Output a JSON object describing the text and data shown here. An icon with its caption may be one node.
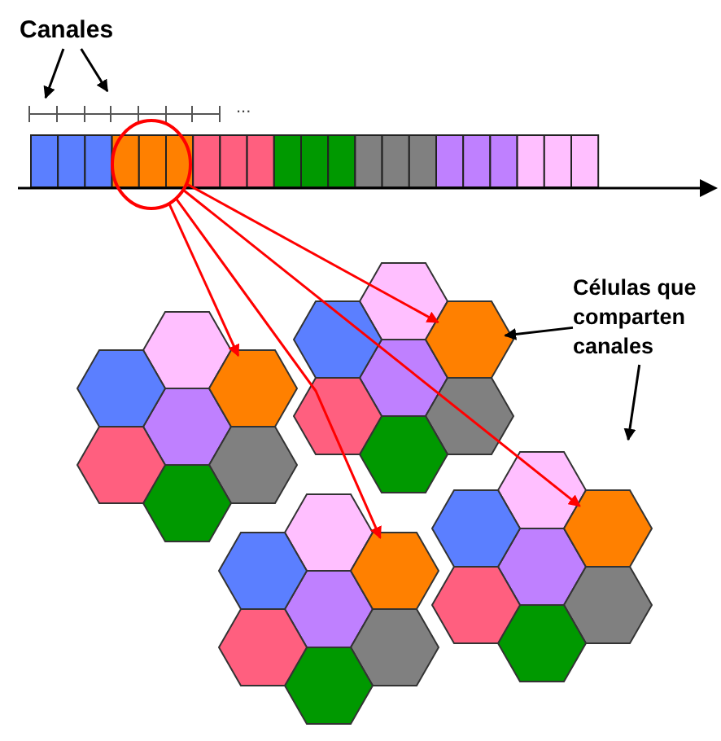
{
  "diagram": {
    "nodes": [
      {
        "text": [
          "Canales"
        ]
      },
      {
        "text": [],
        "shape": "circle"
      },
      {
        "text": [],
        "shape": "hexagon"
      },
      {
        "text": [],
        "shape": "hexagon"
      },
      {
        "text": [],
        "shape": "hexagon"
      },
      {
        "text": [],
        "shape": "hexagon"
      },
      {
        "text": [
          "Células que comparten canales"
        ]
      }
    ],
    "edges": [
      {
        "from": 0,
        "to": null,
        "arrow": "to"
      },
      {
        "from": 0,
        "to": null,
        "arrow": "to"
      },
      {
        "from": 1,
        "to": 2,
        "arrow": "to",
        "color": "#ff0000"
      },
      {
        "from": 1,
        "to": 3,
        "arrow": "to",
        "color": "#ff0000"
      },
      {
        "from": 1,
        "to": 4,
        "arrow": "to",
        "color": "#ff0000"
      },
      {
        "from": 1,
        "to": 5,
        "arrow": "to",
        "color": "#ff0000"
      },
      {
        "from": 6,
        "to": 3,
        "arrow": "to"
      },
      {
        "from": 6,
        "to": null,
        "arrow": "to"
      }
    ],
    "labels": [
      "..."
    ]
  }
}
